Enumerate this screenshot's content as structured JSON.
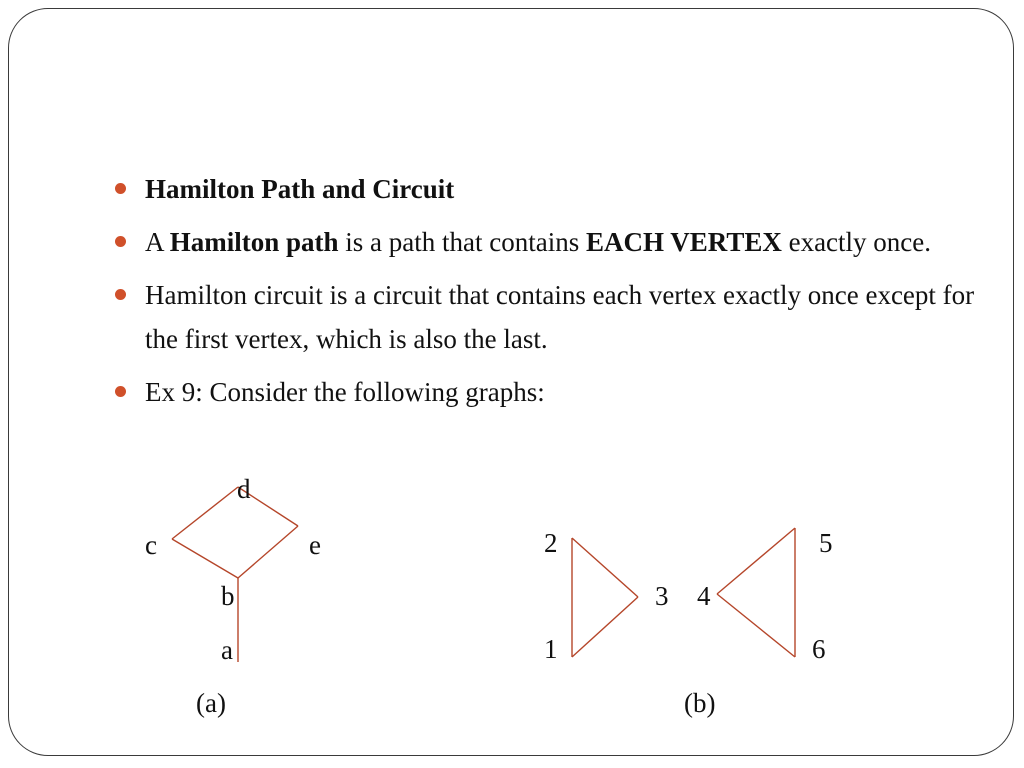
{
  "slide": {
    "bullets": [
      {
        "parts": [
          {
            "text": "Hamilton Path and Circuit",
            "bold": true
          }
        ]
      },
      {
        "parts": [
          {
            "text": "A ",
            "bold": false
          },
          {
            "text": "Hamilton path",
            "bold": true
          },
          {
            "text": " is a path that contains ",
            "bold": false
          },
          {
            "text": "EACH VERTEX",
            "bold": true
          },
          {
            "text": " exactly once.",
            "bold": false
          }
        ]
      },
      {
        "parts": [
          {
            "text": "Hamilton circuit is a circuit that contains each vertex exactly once except for the first vertex, which is also the last.",
            "bold": false
          }
        ]
      },
      {
        "parts": [
          {
            "text": "Ex 9: Consider the following graphs:",
            "bold": false
          }
        ]
      }
    ],
    "bullet_color": "#d0502a",
    "edge_color": "#b5462a"
  },
  "graph_a": {
    "caption": "(a)",
    "vertices": {
      "a": "a",
      "b": "b",
      "c": "c",
      "d": "d",
      "e": "e"
    },
    "edges": [
      [
        "c",
        "d"
      ],
      [
        "d",
        "e"
      ],
      [
        "e",
        "b"
      ],
      [
        "b",
        "c"
      ],
      [
        "b",
        "a"
      ]
    ]
  },
  "graph_b": {
    "caption": "(b)",
    "vertices": {
      "v1": "1",
      "v2": "2",
      "v3": "3",
      "v4": "4",
      "v5": "5",
      "v6": "6"
    },
    "edges": [
      [
        "v1",
        "v2"
      ],
      [
        "v2",
        "v3"
      ],
      [
        "v3",
        "v1"
      ],
      [
        "v4",
        "v5"
      ],
      [
        "v5",
        "v6"
      ],
      [
        "v6",
        "v4"
      ]
    ]
  }
}
